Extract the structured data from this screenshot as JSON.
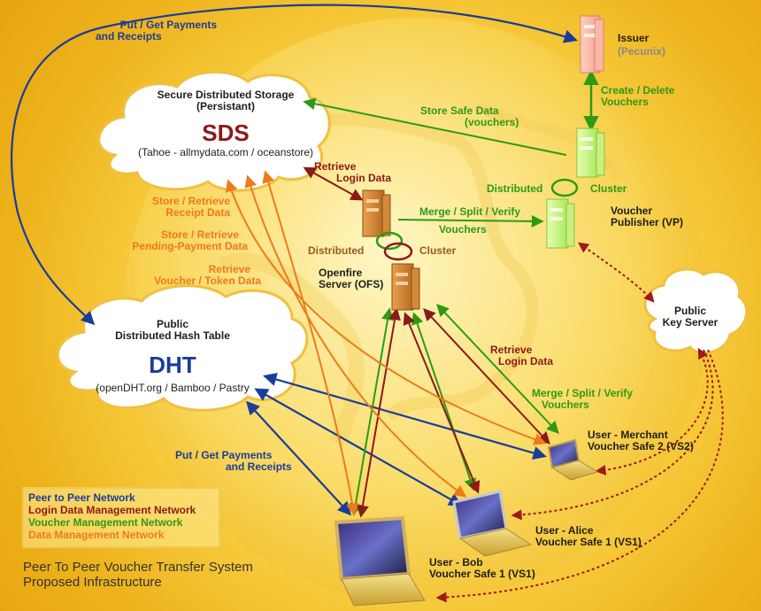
{
  "title_lines": [
    "Peer To Peer Voucher Transfer System",
    "Proposed Infrastructure"
  ],
  "legend": [
    {
      "label": "Peer to Peer Network",
      "color": "#1a3d99"
    },
    {
      "label": "Login Data Management Network",
      "color": "#8b1a1a"
    },
    {
      "label": "Voucher Management Network",
      "color": "#2e9a14"
    },
    {
      "label": "Data Management Network",
      "color": "#ee7a1c"
    }
  ],
  "nodes": {
    "sds": {
      "title": [
        "Secure Distributed Storage",
        "(Persistant)"
      ],
      "acronym": "SDS",
      "subtitle": "(Tahoe - allmydata.com / oceanstore)"
    },
    "dht": {
      "title": [
        "Public",
        "Distributed Hash Table"
      ],
      "acronym": "DHT",
      "subtitle": "(openDHT.org / Bamboo / Pastry"
    },
    "issuer": {
      "name": "Issuer",
      "sub": "(Pecunix)"
    },
    "vp": {
      "name": [
        "Voucher",
        "Publisher (VP)"
      ],
      "cluster_left": "Distributed",
      "cluster_right": "Cluster"
    },
    "ofs": {
      "name": [
        "Openfire",
        "Server (OFS)"
      ],
      "cluster_left": "Distributed",
      "cluster_right": "Cluster"
    },
    "keyserver": {
      "name": [
        "Public",
        "Key Server"
      ]
    },
    "merchant": {
      "name": [
        "User - Merchant",
        "Voucher Safe 2 (VS2)"
      ]
    },
    "alice": {
      "name": [
        "User - Alice",
        "Voucher Safe 1 (VS1)"
      ]
    },
    "bob": {
      "name": [
        "User  - Bob",
        "Voucher Safe 1 (VS1)"
      ]
    }
  },
  "edge_labels": {
    "put_get_top": [
      "Put / Get Payments",
      "and Receipts"
    ],
    "create_delete": [
      "Create / Delete",
      "Vouchers"
    ],
    "store_safe": [
      "Store Safe Data",
      "(vouchers)"
    ],
    "retrieve_login_top": [
      "Retrieve",
      "Login Data"
    ],
    "merge_split_top": [
      "Merge / Split / Verify",
      "Vouchers"
    ],
    "store_receipt": [
      "Store / Retrieve",
      "Receipt Data"
    ],
    "store_pending": [
      "Store / Retrieve",
      "Pending-Payment Data"
    ],
    "retrieve_voucher": [
      "Retrieve",
      "Voucher / Token Data"
    ],
    "retrieve_login_right": [
      "Retrieve",
      "Login Data"
    ],
    "merge_split_right": [
      "Merge / Split / Verify",
      "Vouchers"
    ],
    "put_get_bottom": [
      "Put / Get Payments",
      "and Receipts"
    ]
  },
  "colors": {
    "peer": "#1a3d99",
    "login": "#8b1a1a",
    "voucher": "#2e9a14",
    "data": "#ee7a1c",
    "keyserver_link": "#a01818"
  },
  "icons": [
    "server-icon",
    "laptop-icon",
    "cloud-icon",
    "globe-icon"
  ]
}
